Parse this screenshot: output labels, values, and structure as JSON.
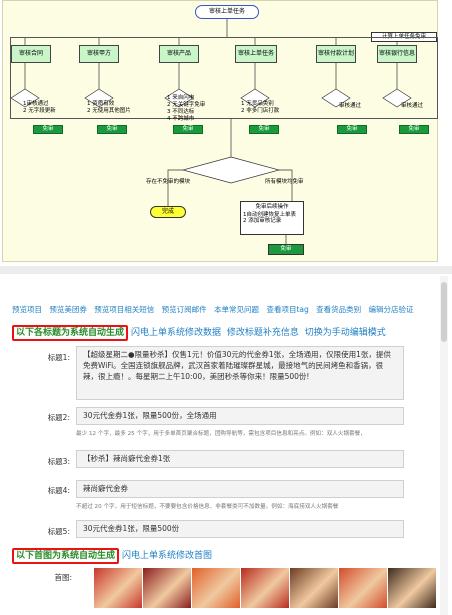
{
  "flowchart": {
    "start": "审核上单任务",
    "calc": "计算上单任务免审",
    "steps": [
      {
        "title": "审核合同",
        "notes": "1审核通过\n2 无字段更新"
      },
      {
        "title": "审核甲方",
        "notes": "1 资质有效\n2 无使用其他图片"
      },
      {
        "title": "审核产品",
        "notes": "1 来自闪电\n2 无关键字免审\n3 不同达标\n4 不跨城市"
      },
      {
        "title": "审核上单任务",
        "notes": "1 无货品类别\n2 非多门店打款"
      },
      {
        "title": "审核付款计划",
        "notes": "审核通过"
      },
      {
        "title": "审核银行信息",
        "notes": "审核通过"
      }
    ],
    "free_label": "免审",
    "left_branch": "存在不免审的模块",
    "right_branch": "所有模块均免审",
    "done": "完成",
    "rules_title": "免审后续操作",
    "rules": [
      "1自动创建恢复上单表",
      "2 添加审核记录"
    ],
    "final": "免审"
  },
  "nav": {
    "links": [
      "预览项目",
      "预览美团券",
      "预览项目相关短信",
      "预览订阅邮件",
      "本单常见问题",
      "查看项目tag",
      "查看货品类别",
      "编辑分店验证"
    ]
  },
  "title_section": {
    "auto": "以下各标题为系统自动生成",
    "links": [
      "闪电上单系统修改数据",
      "修改标题补充信息",
      "切换为手动编辑模式"
    ]
  },
  "fields": [
    {
      "label": "标题1:",
      "value": "【超级星期二●限量秒杀】仅售1元！价值30元的代金券1张，全场通用，仅限使用1张，提供免费WiFi。全国连锁旗舰品牌，武汉首家着陆璀璨群星城，最接地气的民间烤鱼和香锅，很辣，很上瘾！。每星期二上午10:00，美团秒杀等你来！限量500份!",
      "hint": ""
    },
    {
      "label": "标题2:",
      "value": "30元代金券1张，限量500份，全场通用",
      "hint": "最少 12 个字，最多 25 个字，用于多单首页聚合标题，团购导航等，需包含项目信息和亮点。例如：双人火锅套餐，"
    },
    {
      "label": "标题3:",
      "value": "【秒杀】辣尚癖代金券1张",
      "hint": ""
    },
    {
      "label": "标题4:",
      "value": "辣尚癖代金券",
      "hint": "不超过 20 个字，用于短信标题，不要要包含价格信息、非套餐类可不加数量。例如：海底捞双人火锅套餐"
    },
    {
      "label": "标题5:",
      "value": "30元代金券1张，限量500份",
      "hint": ""
    }
  ],
  "image_section": {
    "auto": "以下首图为系统自动生成",
    "link": "闪电上单系统修改首图",
    "label": "首图:"
  },
  "thumbnails": [
    {
      "name": "thumb-red-crayfish",
      "color": "#c8362b"
    },
    {
      "name": "thumb-restaurant-sign",
      "color": "#8a1d1d"
    },
    {
      "name": "thumb-grilled-fish",
      "color": "#e0602a"
    },
    {
      "name": "thumb-chili-dish",
      "color": "#b82a1e"
    },
    {
      "name": "thumb-dining-room",
      "color": "#6b3b22"
    },
    {
      "name": "thumb-hotpot",
      "color": "#d24c2a"
    },
    {
      "name": "thumb-storefront",
      "color": "#3d2a1c"
    }
  ]
}
